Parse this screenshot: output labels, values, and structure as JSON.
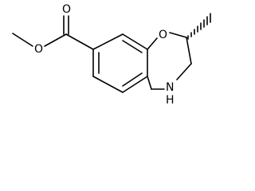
{
  "molecule": {
    "atom_labels": {
      "carbonyl_oxygen": "O",
      "ester_oxygen": "O",
      "ring_oxygen": "O",
      "amine": "N",
      "amine_hydrogen": "H"
    }
  }
}
